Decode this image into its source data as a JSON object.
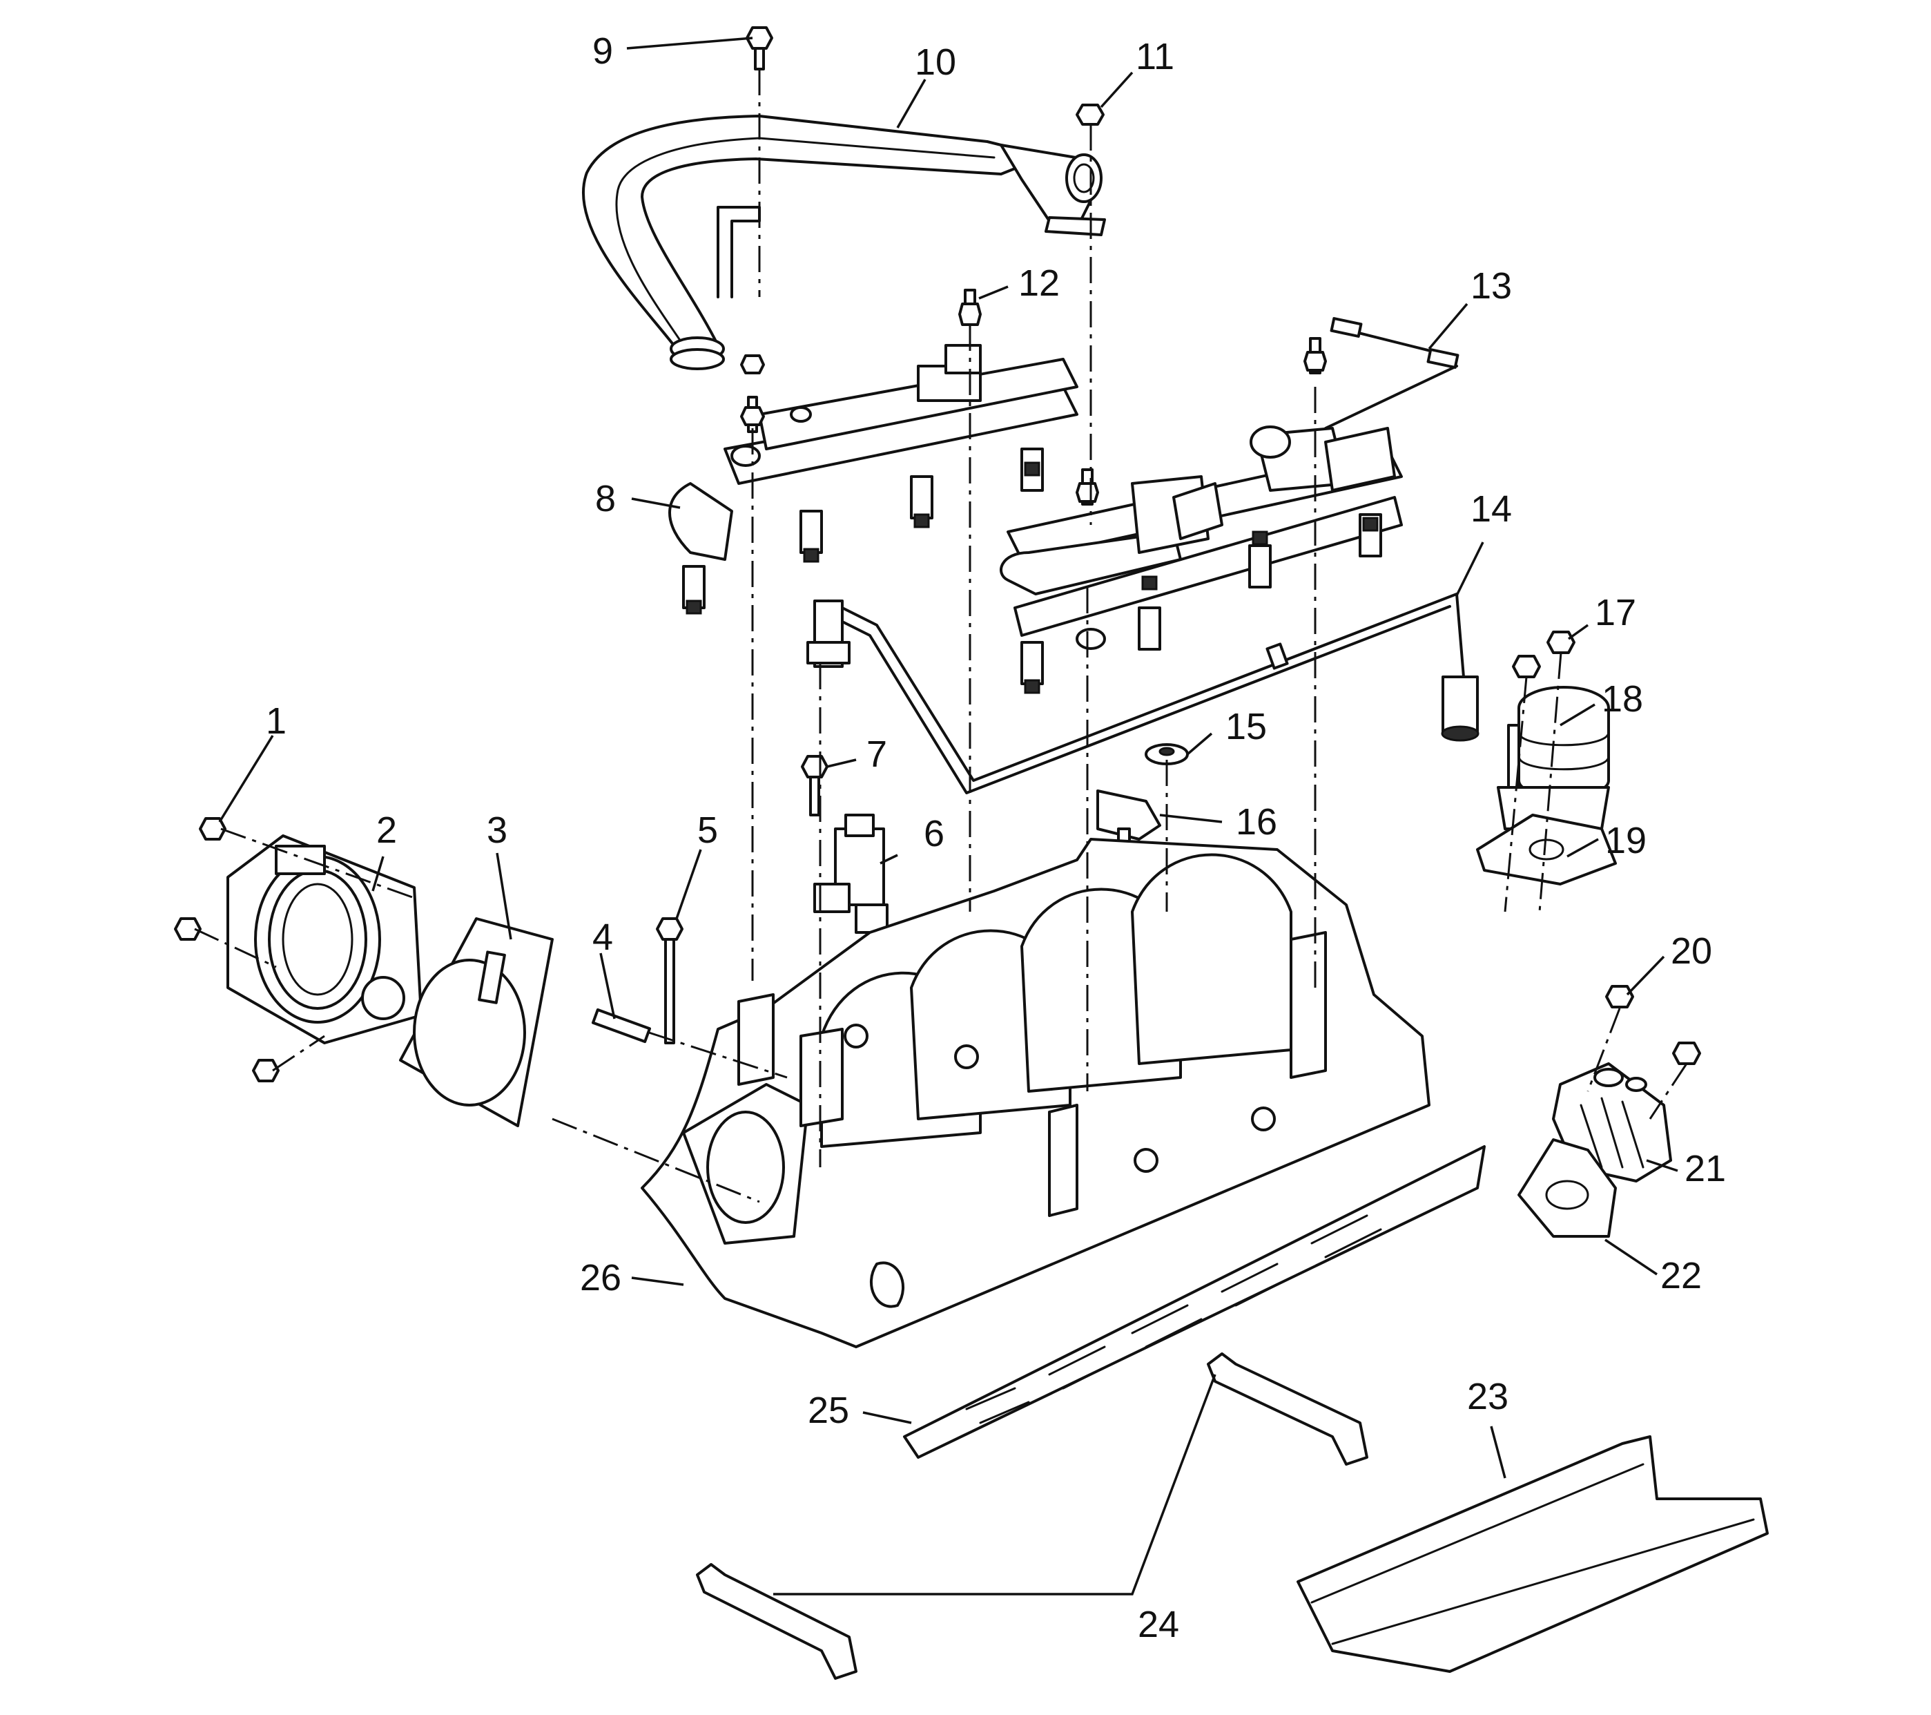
{
  "callouts": [
    "1",
    "2",
    "3",
    "4",
    "5",
    "6",
    "7",
    "8",
    "9",
    "10",
    "11",
    "12",
    "13",
    "14",
    "15",
    "16",
    "17",
    "18",
    "19",
    "20",
    "21",
    "22",
    "23",
    "24",
    "25",
    "26"
  ],
  "colors": {
    "ink": "#111111",
    "background": "#ffffff"
  }
}
